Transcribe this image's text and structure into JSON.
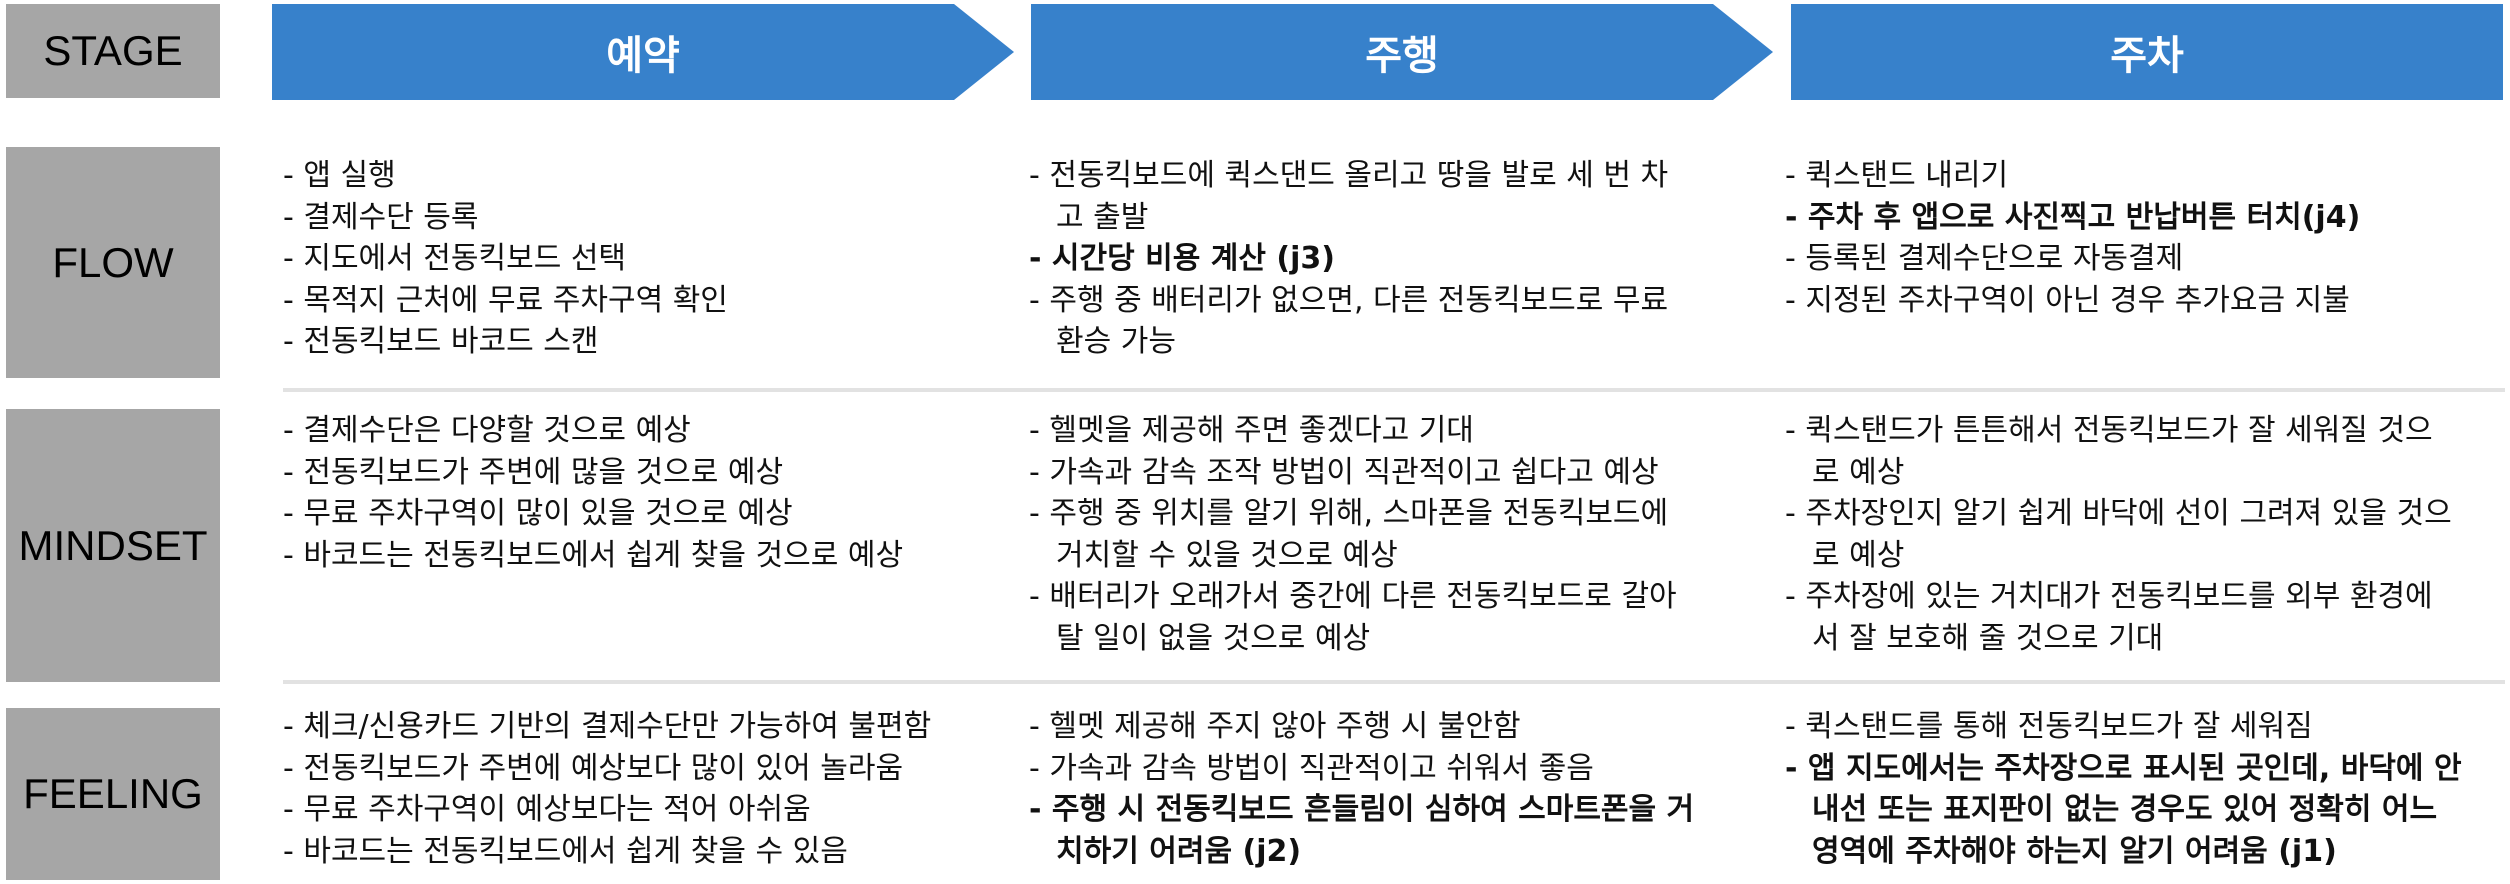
{
  "rows": {
    "stage": "STAGE",
    "flow": "FLOW",
    "mindset": "MINDSET",
    "feeling": "FEELING"
  },
  "colors": {
    "stage_bg": "#3781cb",
    "label_bg": "#a6a6a6",
    "separator": "#e2e2e2"
  },
  "stages": [
    "예약",
    "주행",
    "주차"
  ],
  "flow": [
    [
      {
        "text": "- 앱 실행"
      },
      {
        "text": "- 결제수단 등록"
      },
      {
        "text": "- 지도에서 전동킥보드 선택"
      },
      {
        "text": "- 목적지 근처에 무료 주차구역 확인"
      },
      {
        "text": "- 전동킥보드 바코드 스캔"
      }
    ],
    [
      {
        "text": "- 전동킥보드에 퀵스댄드 올리고 땅을 발로 세 번 차"
      },
      {
        "text": "고 출발",
        "cont": true
      },
      {
        "text": "- 시간당 비용 계산 (j3)",
        "bold": true
      },
      {
        "text": "- 주행 중 배터리가 없으면, 다른 전동킥보드로 무료"
      },
      {
        "text": "환승 가능",
        "cont": true
      }
    ],
    [
      {
        "text": "- 퀵스탠드 내리기"
      },
      {
        "text": "- 주차 후 앱으로 사진찍고 반납버튼 터치(j4)",
        "bold": true
      },
      {
        "text": "- 등록된 결제수단으로 자동결제"
      },
      {
        "text": "- 지정된 주차구역이 아닌 경우 추가요금 지불"
      }
    ]
  ],
  "mindset": [
    [
      {
        "text": "- 결제수단은 다양할 것으로 예상"
      },
      {
        "text": "- 전동킥보드가 주변에 많을 것으로 예상"
      },
      {
        "text": "- 무료 주차구역이 많이 있을 것으로 예상"
      },
      {
        "text": "- 바코드는 전동킥보드에서 쉽게 찾을 것으로 예상"
      }
    ],
    [
      {
        "text": "- 헬멧을 제공해 주면 좋겠다고 기대"
      },
      {
        "text": "- 가속과 감속 조작 방법이 직관적이고 쉽다고 예상"
      },
      {
        "text": "- 주행 중 위치를 알기 위해, 스마폰을 전동킥보드에"
      },
      {
        "text": "거치할 수 있을 것으로 예상",
        "cont": true
      },
      {
        "text": "- 배터리가 오래가서 중간에 다른 전동킥보드로 갈아"
      },
      {
        "text": "탈 일이 없을 것으로 예상",
        "cont": true
      }
    ],
    [
      {
        "text": "- 퀵스탠드가 튼튼해서 전동킥보드가 잘 세워질 것으"
      },
      {
        "text": "로 예상",
        "cont": true
      },
      {
        "text": "- 주차장인지 알기 쉽게 바닥에 선이 그려져 있을 것으"
      },
      {
        "text": "로 예상",
        "cont": true
      },
      {
        "text": "- 주차장에 있는 거치대가 전동킥보드를 외부 환경에"
      },
      {
        "text": "서 잘 보호해 줄 것으로 기대",
        "cont": true
      }
    ]
  ],
  "feeling": [
    [
      {
        "text": "- 체크/신용카드 기반의 결제수단만 가능하여 불편함"
      },
      {
        "text": "- 전동킥보드가 주변에 예상보다 많이 있어 놀라움"
      },
      {
        "text": "- 무료 주차구역이 예상보다는 적어 아쉬움"
      },
      {
        "text": "- 바코드는 전동킥보드에서 쉽게 찾을 수 있음"
      }
    ],
    [
      {
        "text": "- 헬멧 제공해 주지 않아 주행 시 불안함"
      },
      {
        "text": "- 가속과 감속 방법이 직관적이고 쉬워서 좋음"
      },
      {
        "text": "- 주행 시 전동킥보드 흔들림이 심하여 스마트폰을 거",
        "bold": true
      },
      {
        "text": "치하기 어려움 (j2)",
        "bold": true,
        "cont": true
      }
    ],
    [
      {
        "text": "- 퀵스탠드를 통해 전동킥보드가 잘 세워짐"
      },
      {
        "text": "- 앱 지도에서는 주차장으로 표시된 곳인데, 바닥에 안",
        "bold": true
      },
      {
        "text": "내선 또는 표지판이 없는 경우도 있어 정확히 어느",
        "bold": true,
        "cont": true
      },
      {
        "text": "영역에 주차해야 하는지 알기 어려움 (j1)",
        "bold": true,
        "cont": true
      }
    ]
  ]
}
